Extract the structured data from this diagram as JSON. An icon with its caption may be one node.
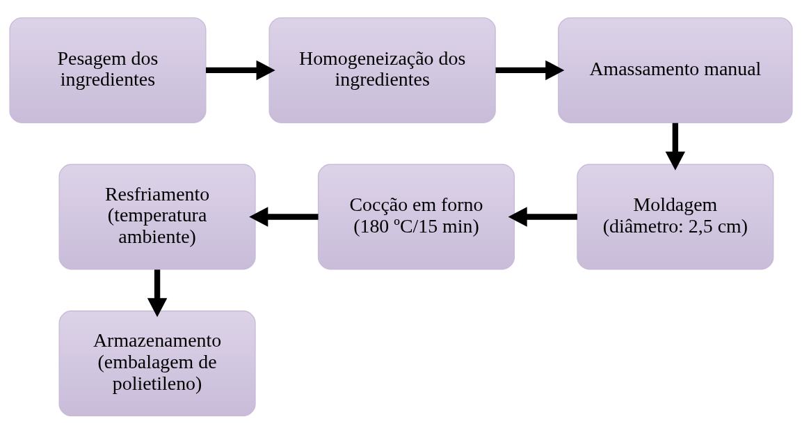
{
  "diagram": {
    "nodes": [
      {
        "text": [
          "Pesagem dos ingredientes"
        ]
      },
      {
        "text": [
          "Homogeneização dos ingredientes"
        ]
      },
      {
        "text": [
          "Amassamento manual"
        ]
      },
      {
        "text": [
          "Moldagem (diâmetro: 2,5 cm)"
        ]
      },
      {
        "text": [
          "Cocção em forno (180 ºC/15 min)"
        ]
      },
      {
        "text": [
          "Resfriamento (temperatura ambiente)"
        ]
      },
      {
        "text": [
          "Armazenamento (embalagem de polietileno)"
        ]
      }
    ],
    "edges": [
      {
        "from": 0,
        "to": 1,
        "arrow": "to"
      },
      {
        "from": 1,
        "to": 2,
        "arrow": "to"
      },
      {
        "from": 2,
        "to": 3,
        "arrow": "to"
      },
      {
        "from": 3,
        "to": 4,
        "arrow": "to"
      },
      {
        "from": 4,
        "to": 5,
        "arrow": "to"
      },
      {
        "from": 5,
        "to": 6,
        "arrow": "to"
      }
    ]
  }
}
